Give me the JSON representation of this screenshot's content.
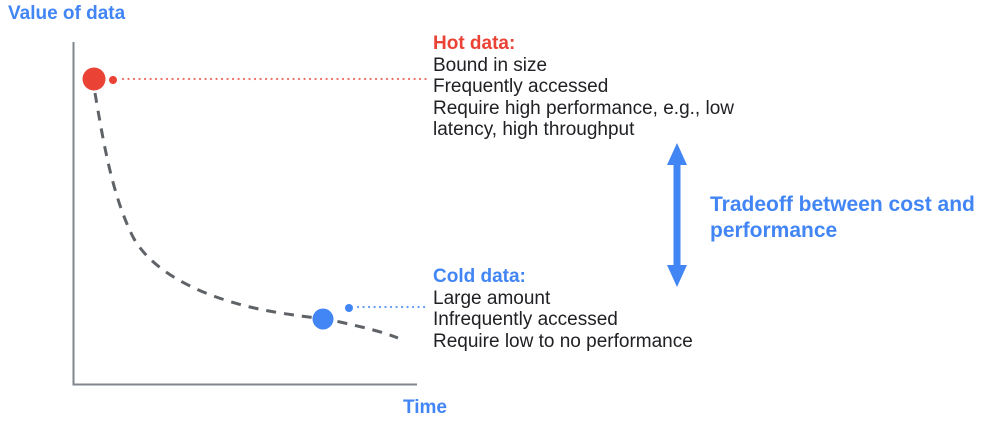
{
  "colors": {
    "accent_blue": "#4285F4",
    "accent_red": "#EA4335",
    "body_text": "#202124",
    "axis_gray": "#80868B",
    "curve_gray": "#5F6368"
  },
  "axes": {
    "y_label": "Value of data",
    "x_label": "Time"
  },
  "curve": {
    "style": "dashed",
    "meaning": "value of data decreasing over time",
    "points": [
      {
        "id": "hot-data-point",
        "color": "#EA4335"
      },
      {
        "id": "cold-data-point",
        "color": "#4285F4"
      }
    ]
  },
  "hot": {
    "heading": "Hot data:",
    "lines": [
      "Bound in size",
      "Frequently accessed",
      "Require high performance, e.g., low",
      "latency, high throughput"
    ]
  },
  "cold": {
    "heading": "Cold data:",
    "lines": [
      "Large amount",
      "Infrequently accessed",
      "Require low to no performance"
    ]
  },
  "tradeoff": {
    "lines": [
      "Tradeoff between cost and",
      "performance"
    ]
  }
}
